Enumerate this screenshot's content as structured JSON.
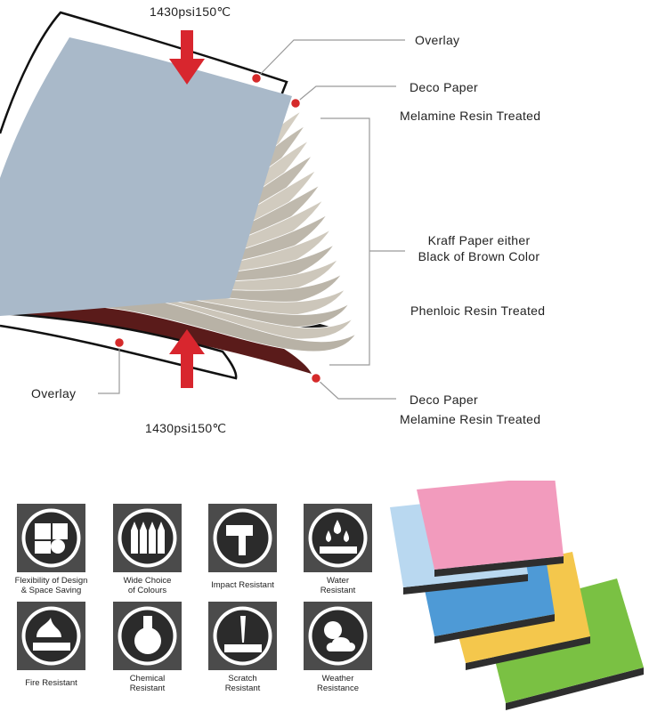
{
  "diagram": {
    "pressure_top": "1430psi150℃",
    "pressure_bottom": "1430psi150℃",
    "labels": {
      "overlay_top": "Overlay",
      "deco_paper_top": "Deco Paper",
      "melamine_top": "Melamine Resin Treated",
      "kraft_line1": "Kraff Paper either",
      "kraft_line2": "Black of Brown Color",
      "phenolic": "Phenloic Resin Treated",
      "overlay_bottom": "Overlay",
      "deco_paper_bottom": "Deco Paper",
      "melamine_bottom": "Melamine Resin Treated"
    },
    "colors": {
      "overlay_sheet": "#a9b9c9",
      "arrow": "#d8262e",
      "kraft": "#cfc8bc",
      "dark_sheet": "#5a1b1a",
      "marker": "#d52a2a"
    }
  },
  "features": [
    {
      "icon": "puzzle-icon",
      "line1": "Flexibility of Design",
      "line2": "& Space Saving"
    },
    {
      "icon": "pencils-icon",
      "line1": "Wide Choice",
      "line2": "of Colours"
    },
    {
      "icon": "hammer-icon",
      "line1": "Impact Resistant",
      "line2": ""
    },
    {
      "icon": "water-drops-icon",
      "line1": "Water",
      "line2": "Resistant"
    },
    {
      "icon": "fire-icon",
      "line1": "Fire Resistant",
      "line2": ""
    },
    {
      "icon": "flask-icon",
      "line1": "Chemical",
      "line2": "Resistant"
    },
    {
      "icon": "scratch-icon",
      "line1": "Scratch",
      "line2": "Resistant"
    },
    {
      "icon": "sun-cloud-icon",
      "line1": "Weather",
      "line2": "Resistance"
    }
  ],
  "swatch_colors": [
    "#7ac143",
    "#f4c74c",
    "#4e9ad6",
    "#b9d8f0",
    "#f29bbd"
  ]
}
